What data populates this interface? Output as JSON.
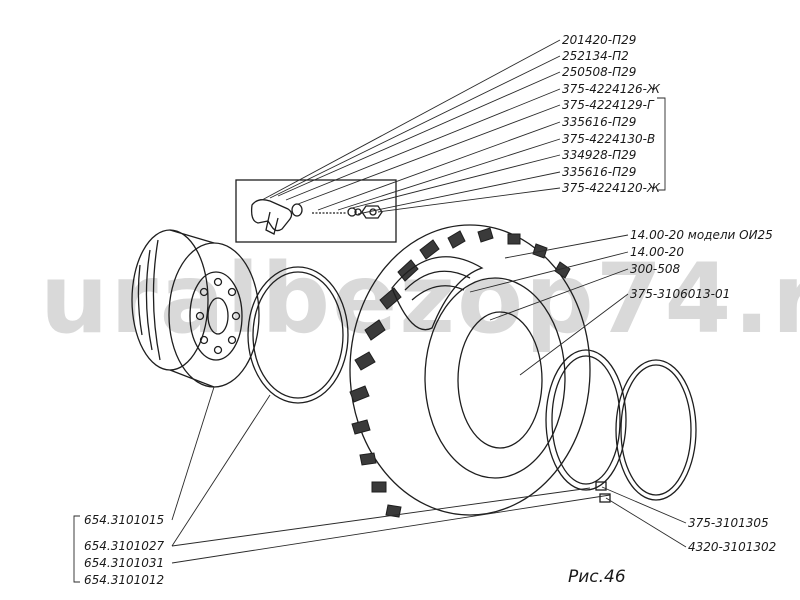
{
  "watermark": "uralbezop74.ru",
  "figure_caption": "Рис.46",
  "valve_labels": [
    "201420-П29",
    "252134-П2",
    "250508-П29",
    "375-4224126-Ж",
    "375-4224129-Г",
    "335616-П29",
    "375-4224130-В",
    "334928-П29",
    "335616-П29",
    "375-4224120-Ж"
  ],
  "tire_labels": [
    "14.00-20 модели ОИ25",
    "14.00-20",
    "300-508",
    "375-3106013-01"
  ],
  "rim_labels": [
    "654.3101015",
    "654.3101027",
    "654.3101031",
    "654.3101012"
  ],
  "ring_labels": [
    "375-3101305",
    "4320-3101302"
  ]
}
